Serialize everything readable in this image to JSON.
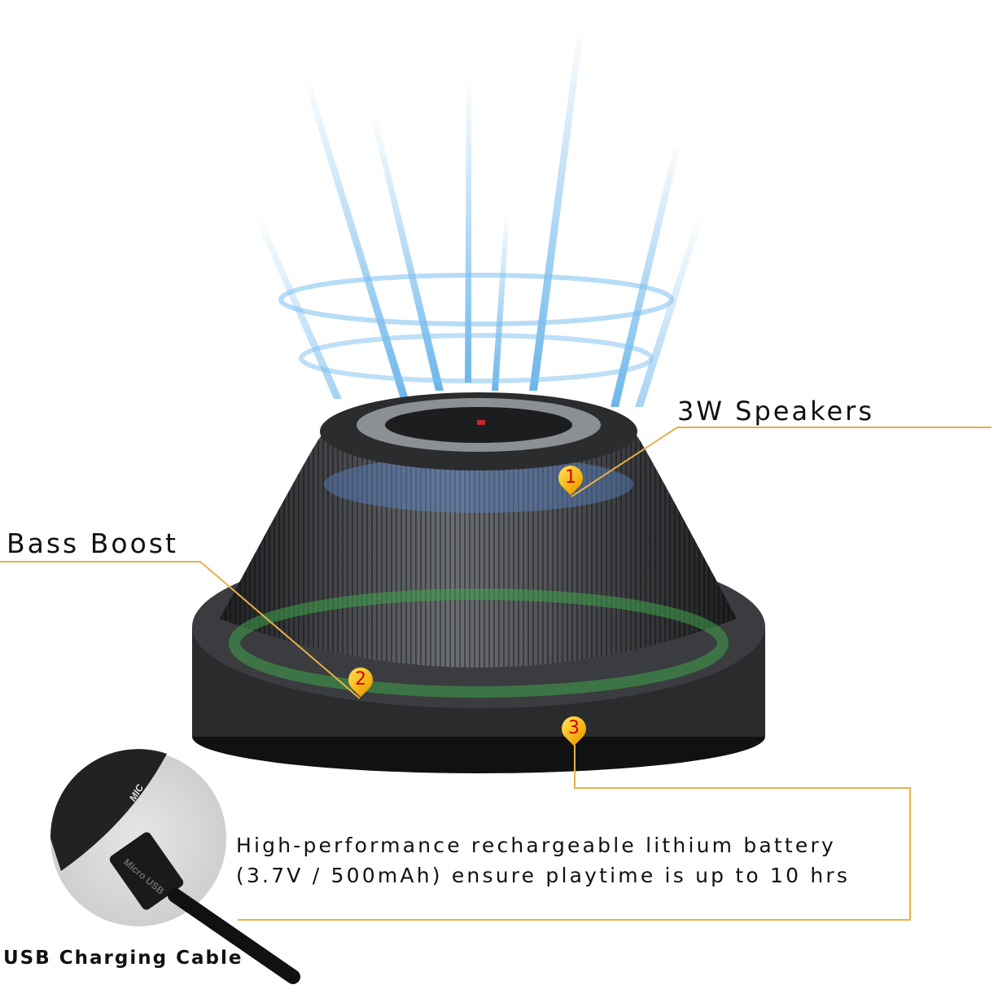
{
  "callouts": [
    {
      "number": "1",
      "label": "3W  Speakers"
    },
    {
      "number": "2",
      "label": "Bass Boost"
    },
    {
      "number": "3",
      "label_line1": "High-performance rechargeable lithium battery",
      "label_line2": "(3.7V / 500mAh) ensure playtime is up to 10 hrs"
    }
  ],
  "inset": {
    "caption": "USB Charging Cable",
    "connector_text": "Micro USB",
    "port_text": "MIC"
  },
  "colors": {
    "callout_line": "#e8b04a",
    "marker": "#f5b800",
    "marker_number": "#d10000",
    "sound_wave": "#5aaee8",
    "speaker_body": "#3a3c3f"
  }
}
